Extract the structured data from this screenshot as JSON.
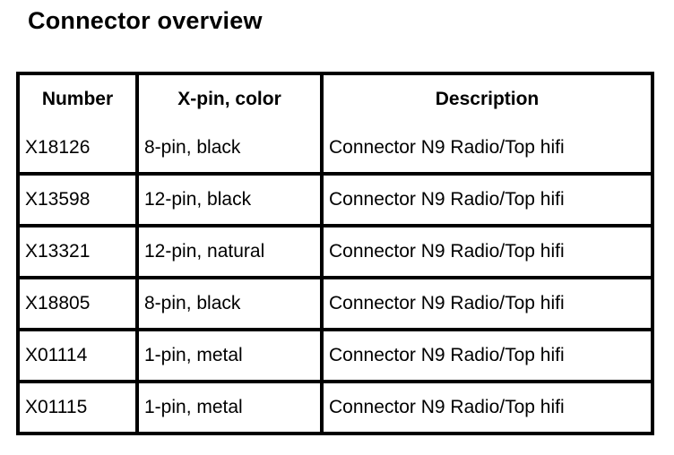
{
  "document": {
    "title": "Connector overview"
  },
  "table": {
    "columns": [
      {
        "key": "number",
        "label": "Number",
        "align": "center"
      },
      {
        "key": "xpin",
        "label": "X-pin, color",
        "align": "center"
      },
      {
        "key": "description",
        "label": "Description",
        "align": "center"
      }
    ],
    "rows": [
      {
        "number": "X18126",
        "xpin": "8-pin, black",
        "description": "Connector N9 Radio/Top hifi"
      },
      {
        "number": "X13598",
        "xpin": "12-pin, black",
        "description": "Connector N9 Radio/Top hifi"
      },
      {
        "number": "X13321",
        "xpin": "12-pin, natural",
        "description": "Connector N9 Radio/Top hifi"
      },
      {
        "number": "X18805",
        "xpin": "8-pin, black",
        "description": "Connector N9 Radio/Top hifi"
      },
      {
        "number": "X01114",
        "xpin": "1-pin, metal",
        "description": "Connector N9 Radio/Top hifi"
      },
      {
        "number": "X01115",
        "xpin": "1-pin, metal",
        "description": "Connector N9 Radio/Top hifi"
      }
    ]
  },
  "style": {
    "background_color": "#ffffff",
    "text_color": "#000000",
    "border_color": "#000000"
  }
}
